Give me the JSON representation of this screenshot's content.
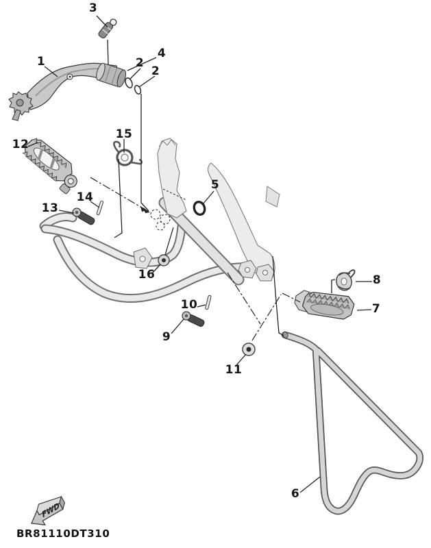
{
  "diagram": {
    "code": "BR81110DT310",
    "fwd_label": "FWD",
    "callouts": [
      {
        "n": "1"
      },
      {
        "n": "2"
      },
      {
        "n": "2"
      },
      {
        "n": "3"
      },
      {
        "n": "4"
      },
      {
        "n": "5"
      },
      {
        "n": "6"
      },
      {
        "n": "7"
      },
      {
        "n": "8"
      },
      {
        "n": "9"
      },
      {
        "n": "10"
      },
      {
        "n": "11"
      },
      {
        "n": "12"
      },
      {
        "n": "13"
      },
      {
        "n": "14"
      },
      {
        "n": "15"
      },
      {
        "n": "16"
      }
    ],
    "colors": {
      "ink": "#1c1c1c",
      "part_fill": "#c9c9c9",
      "frame_fill": "#e9e9e9",
      "background": "#ffffff"
    }
  }
}
